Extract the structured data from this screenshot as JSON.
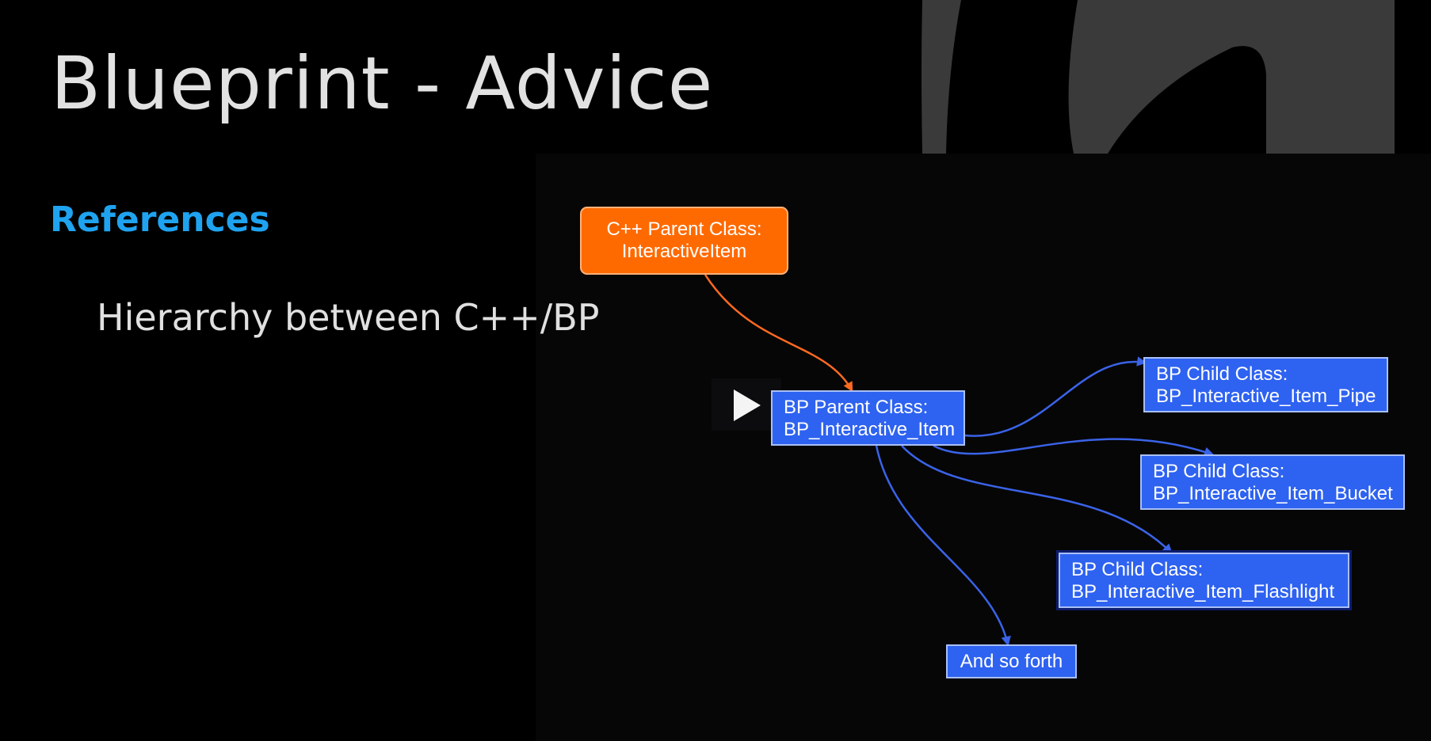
{
  "slide": {
    "title": "Blueprint - Advice",
    "subheading": "References",
    "bullet": "Hierarchy between C++/BP"
  },
  "diagram": {
    "nodes": {
      "cpp_parent": {
        "line1": "C++ Parent Class:",
        "line2": "InteractiveItem"
      },
      "bp_parent": {
        "line1": "BP Parent Class:",
        "line2": "BP_Interactive_Item"
      },
      "child_pipe": {
        "line1": "BP Child Class:",
        "line2": "BP_Interactive_Item_Pipe"
      },
      "child_bucket": {
        "line1": "BP Child Class:",
        "line2": "BP_Interactive_Item_Bucket"
      },
      "child_flashlight": {
        "line1": "BP Child Class:",
        "line2": "BP_Interactive_Item_Flashlight"
      },
      "and_so_forth": {
        "label": "And so forth"
      }
    },
    "edges": [
      {
        "from": "cpp_parent",
        "to": "bp_parent"
      },
      {
        "from": "bp_parent",
        "to": "child_pipe"
      },
      {
        "from": "bp_parent",
        "to": "child_bucket"
      },
      {
        "from": "bp_parent",
        "to": "child_flashlight"
      },
      {
        "from": "bp_parent",
        "to": "and_so_forth"
      }
    ]
  },
  "colors": {
    "accent_blue": "#1fa3f0",
    "node_orange": "#ff6a00",
    "node_blue": "#2e62f0",
    "edge_orange": "#ff6a20",
    "edge_blue": "#3a63e8"
  },
  "icons": {
    "player": "play-icon",
    "logo": "arch-logo-icon"
  }
}
